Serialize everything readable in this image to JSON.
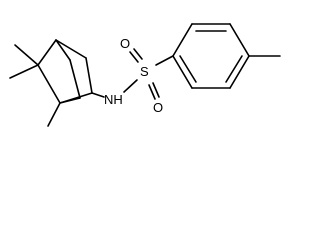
{
  "molecule": {
    "atoms": [
      {
        "id": "S",
        "label": "S"
      },
      {
        "id": "O1",
        "label": "O"
      },
      {
        "id": "O2",
        "label": "O"
      },
      {
        "id": "NH",
        "label": "NH"
      }
    ]
  },
  "colors": {
    "bond": "#000000",
    "background": "#ffffff"
  }
}
